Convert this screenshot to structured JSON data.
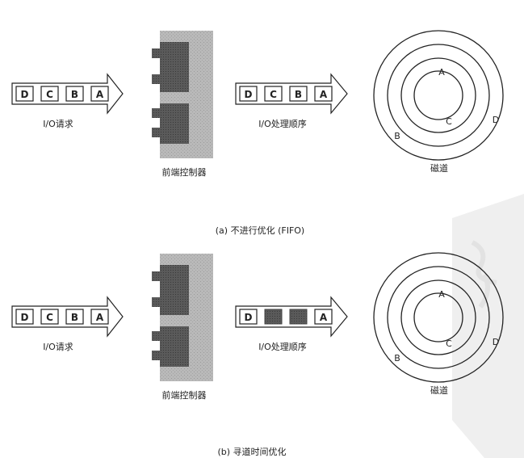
{
  "panel_a": {
    "queue": {
      "letters": [
        "D",
        "C",
        "B",
        "A"
      ],
      "label": "I/O请求"
    },
    "controller": {
      "label": "前端控制器"
    },
    "order": {
      "letters": [
        "D",
        "C",
        "B",
        "A"
      ],
      "label": "I/O处理顺序"
    },
    "disk": {
      "label": "磁道",
      "marks": [
        "A",
        "C",
        "B",
        "D"
      ]
    },
    "caption": "(a) 不进行优化 (FIFO)"
  },
  "panel_b": {
    "queue": {
      "letters": [
        "D",
        "C",
        "B",
        "A"
      ],
      "label": "I/O请求"
    },
    "controller": {
      "label": "前端控制器"
    },
    "order": {
      "letters": [
        "D",
        "",
        "",
        "A"
      ],
      "label": "I/O处理顺序"
    },
    "disk": {
      "label": "磁道",
      "marks": [
        "A",
        "C",
        "B",
        "D"
      ]
    },
    "caption": "(b) 寻道时间优化"
  },
  "colors": {
    "ink": "#222222",
    "dark_fill": "#555555",
    "gray_fill": "#b5b5b5",
    "watermark": "#ededed"
  }
}
